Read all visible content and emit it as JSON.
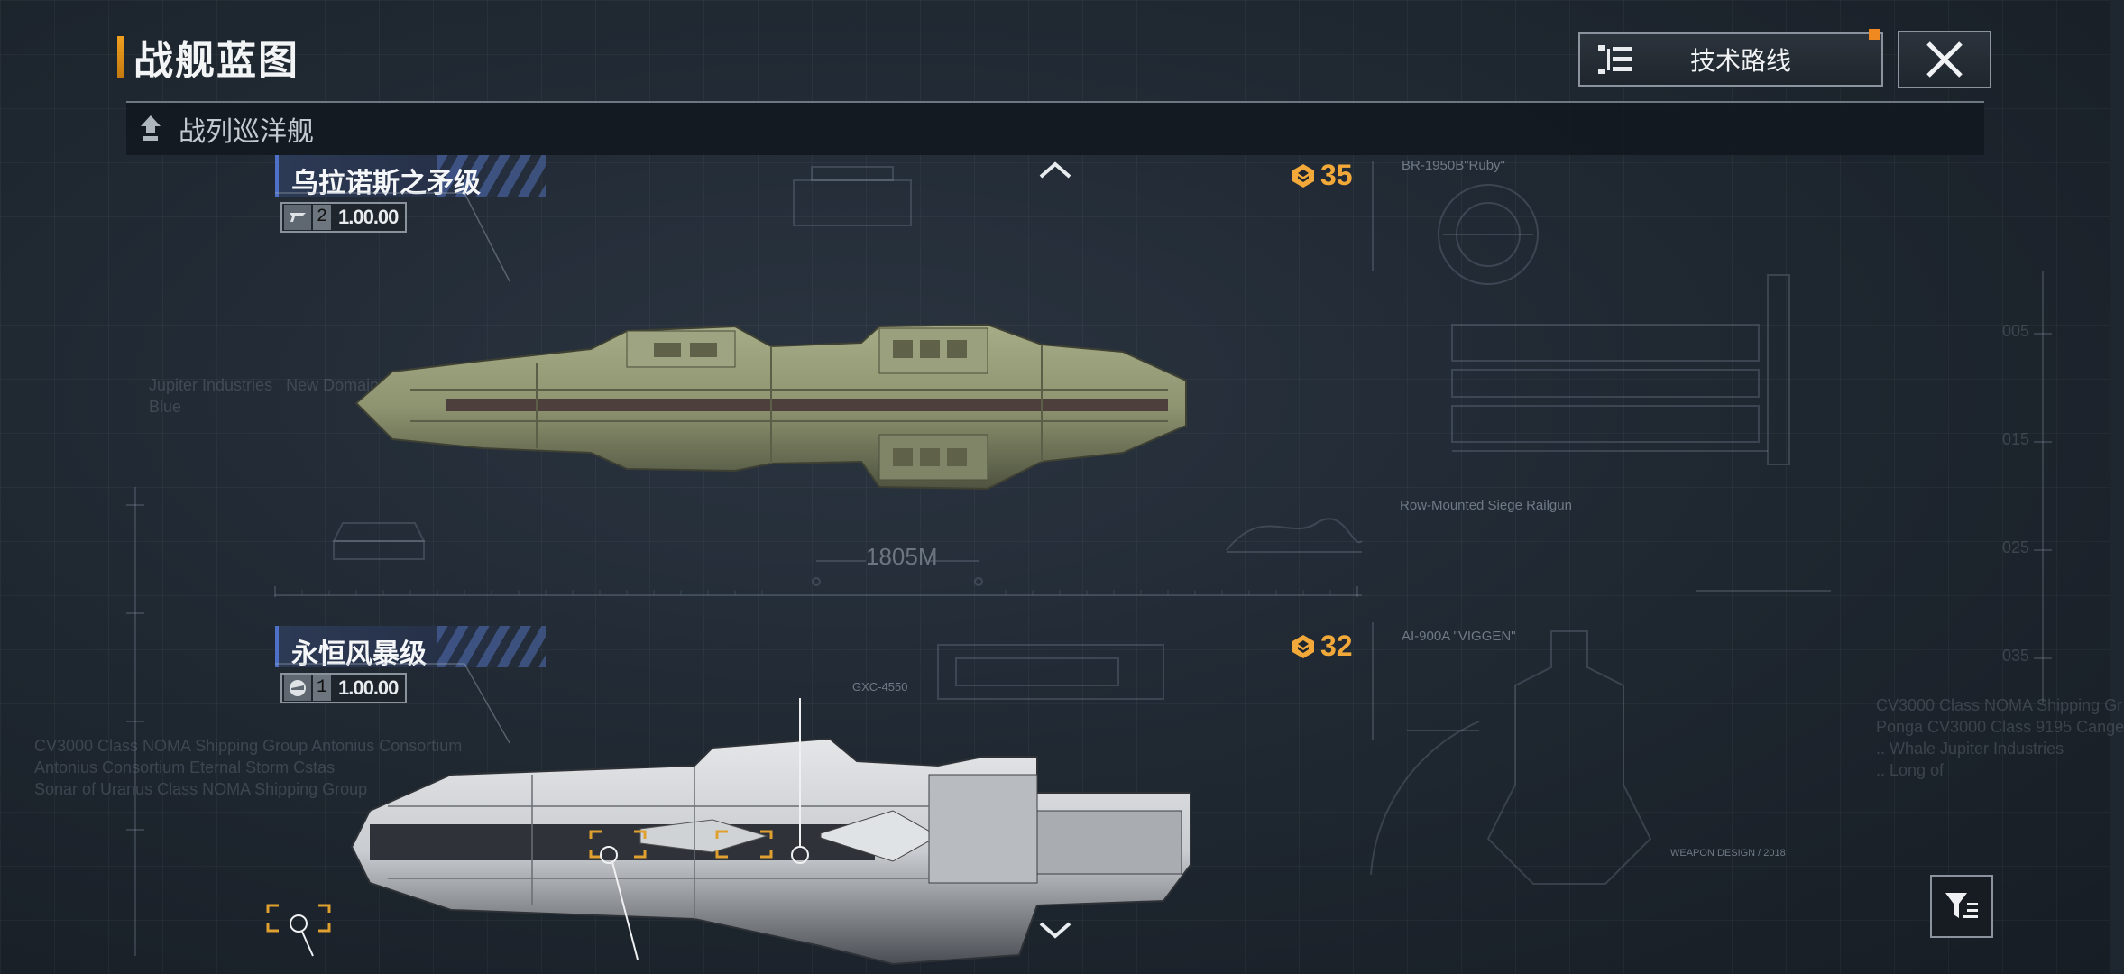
{
  "header": {
    "title": "战舰蓝图",
    "tech_route_label": "技术路线",
    "close_icon": "close-icon",
    "accent_color": "#f0a020"
  },
  "category": {
    "label": "战列巡洋舰",
    "icon": "battlecruiser-rank-icon"
  },
  "ships": [
    {
      "name": "乌拉诺斯之矛级",
      "tier": "2",
      "version": "1.00.00",
      "cost": "35",
      "length_label": "1805M",
      "blueprint_code": "BR-1950B\"Ruby\"",
      "weapon_caption": "Row-Mounted Siege Railgun"
    },
    {
      "name": "永恒风暴级",
      "tier": "1",
      "version": "1.00.00",
      "cost": "32",
      "blueprint_code": "AI-900A \"VIGGEN\"",
      "callout_label": "GXC-4550",
      "weapon_caption": "WEAPON DESIGN / 2018"
    }
  ],
  "background_text": {
    "right_block": "CV3000 Class NOMA Shipping Gr\nPonga CV3000 Class 9195 Cange\n.. Whale Jupiter Industries\n.. Long of",
    "left_block": "CV3000 Class NOMA Shipping Group Antonius Consortium\nAntonius Consortium Eternal Storm Cstas\nSonar of Uranus Class NOMA Shipping Group",
    "mid_block": "Jupiter Industries   New Domain\nBlue",
    "scale_marks": [
      "005",
      "015",
      "025",
      "035"
    ]
  },
  "colors": {
    "cost_color": "#f2a93a",
    "name_bar": "#2d3a55",
    "ship1_hull": "#8e9470",
    "ship2_hull": "#c9ccd0"
  }
}
